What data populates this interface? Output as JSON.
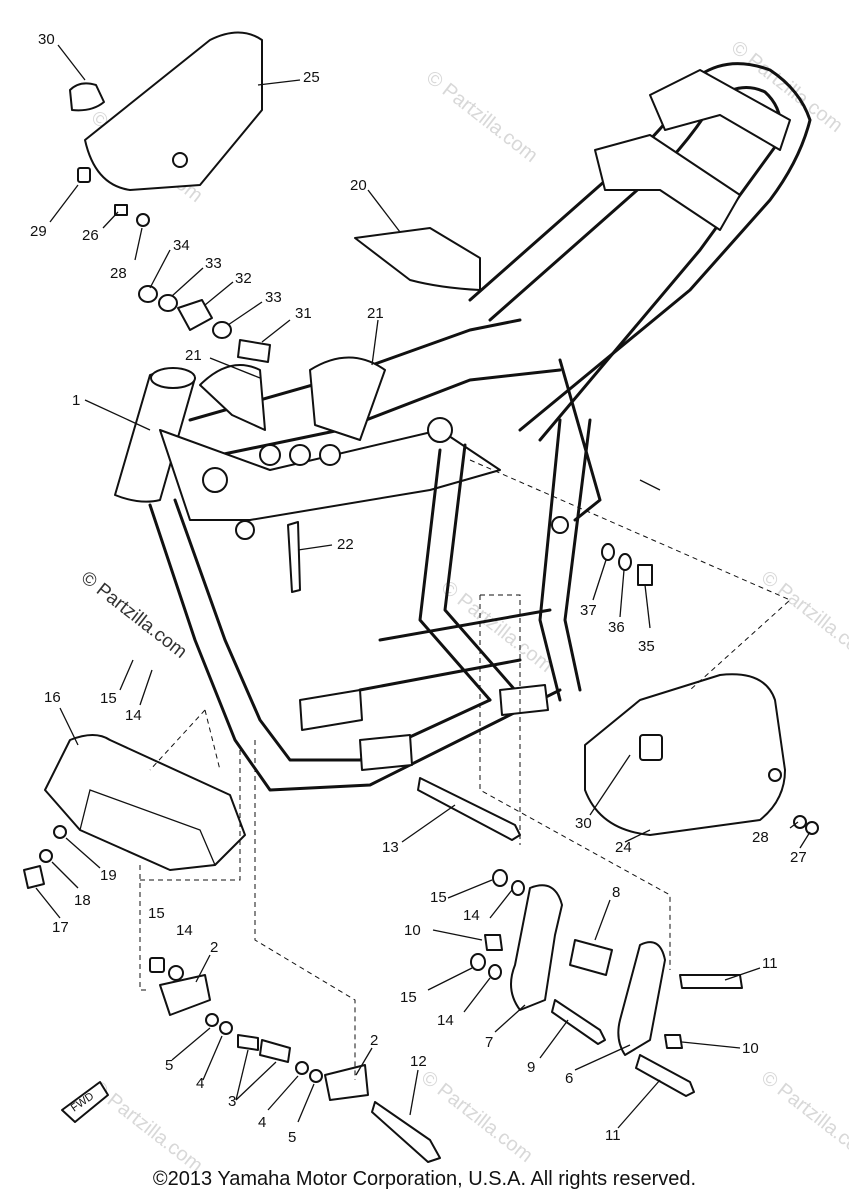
{
  "watermark": "© Partzilla.com",
  "copyright": "©2013 Yamaha Motor Corporation, U.S.A. All rights reserved.",
  "fwd_label": "FWD",
  "callouts": {
    "c1": "1",
    "c2a": "2",
    "c2b": "2",
    "c3": "3",
    "c4a": "4",
    "c4b": "4",
    "c5a": "5",
    "c5b": "5",
    "c6": "6",
    "c7": "7",
    "c8": "8",
    "c9": "9",
    "c10a": "10",
    "c10b": "10",
    "c11a": "11",
    "c11b": "11",
    "c12": "12",
    "c13": "13",
    "c14a": "14",
    "c14b": "14",
    "c14c": "14",
    "c14d": "14",
    "c15a": "15",
    "c15b": "15",
    "c15c": "15",
    "c15d": "15",
    "c16": "16",
    "c17": "17",
    "c18": "18",
    "c19": "19",
    "c20": "20",
    "c21a": "21",
    "c21b": "21",
    "c22": "22",
    "c24": "24",
    "c25": "25",
    "c26": "26",
    "c27": "27",
    "c28a": "28",
    "c28b": "28",
    "c29": "29",
    "c30a": "30",
    "c30b": "30",
    "c31": "31",
    "c32": "32",
    "c33a": "33",
    "c33b": "33",
    "c34": "34",
    "c35": "35",
    "c36": "36",
    "c37": "37"
  }
}
